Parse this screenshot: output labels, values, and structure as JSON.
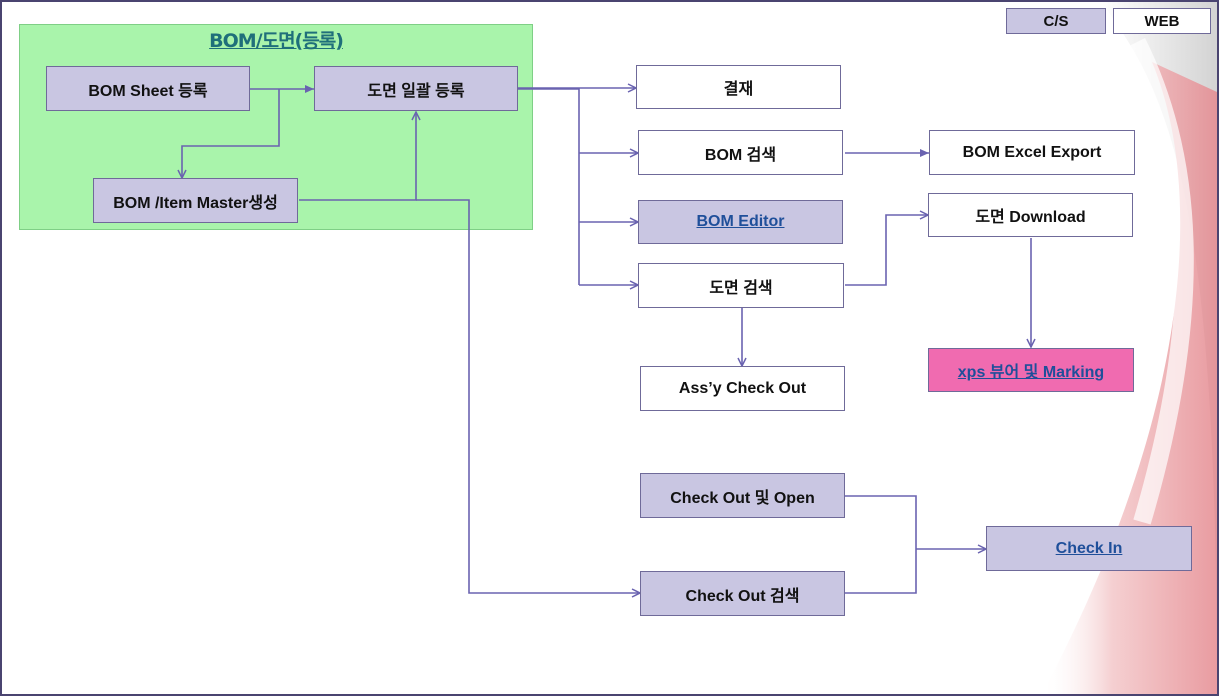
{
  "legend": {
    "cs": "C/S",
    "web": "WEB"
  },
  "group": {
    "title": "BOM/도면(등록)"
  },
  "nodes": {
    "bom_sheet": "BOM Sheet 등록",
    "drawing_bulk_register": "도면 일괄 등록",
    "item_master": "BOM /Item Master생성",
    "approval": "결재",
    "bom_search": "BOM 검색",
    "bom_excel_export": "BOM  Excel Export",
    "bom_editor": "BOM Editor",
    "drawing_download": "도면  Download",
    "drawing_search": "도면 검색",
    "xps_viewer": "xps 뷰어 및 Marking",
    "assy_checkout": "Ass’y Check Out",
    "checkout_open": "Check Out 및 Open",
    "checkout_search": "Check Out 검색",
    "checkin": "Check In"
  },
  "colors": {
    "cs_box": "#c9c6e2",
    "web_box": "#ffffff",
    "highlight_box": "#f06bb0",
    "group_bg": "#a9f4ab",
    "connector": "#6a63b0"
  }
}
